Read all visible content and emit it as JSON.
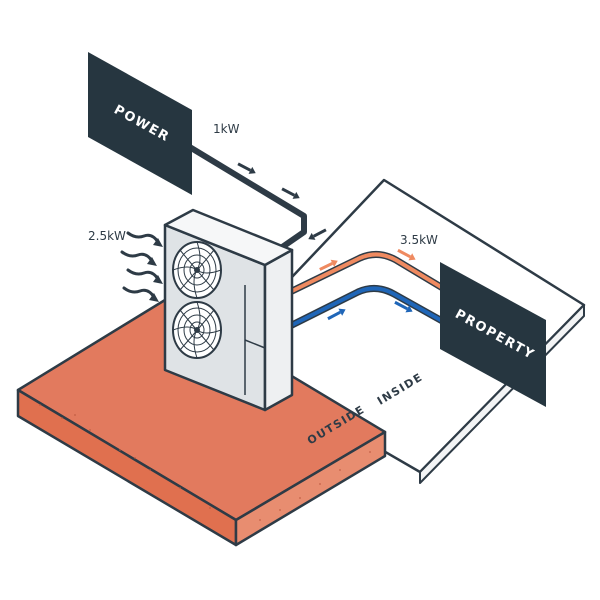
{
  "labels": {
    "power": "POWER",
    "property": "PROPERTY",
    "outside": "OUTSIDE",
    "inside": "INSIDE",
    "power_input": "1kW",
    "ambient_heat": "2.5kW",
    "heat_output": "3.5kW"
  },
  "colors": {
    "ink": "#2e3b46",
    "dark_panel": "#263640",
    "outside_slab": "#e27a5e",
    "hot_pipe": "#ef8a60",
    "cold_pipe": "#1f66b8",
    "unit_body": "#dfe3e6",
    "unit_side": "#eef0f2"
  },
  "icons": [
    "fan-icon",
    "arrow-icon",
    "wind-arrow-icon"
  ]
}
